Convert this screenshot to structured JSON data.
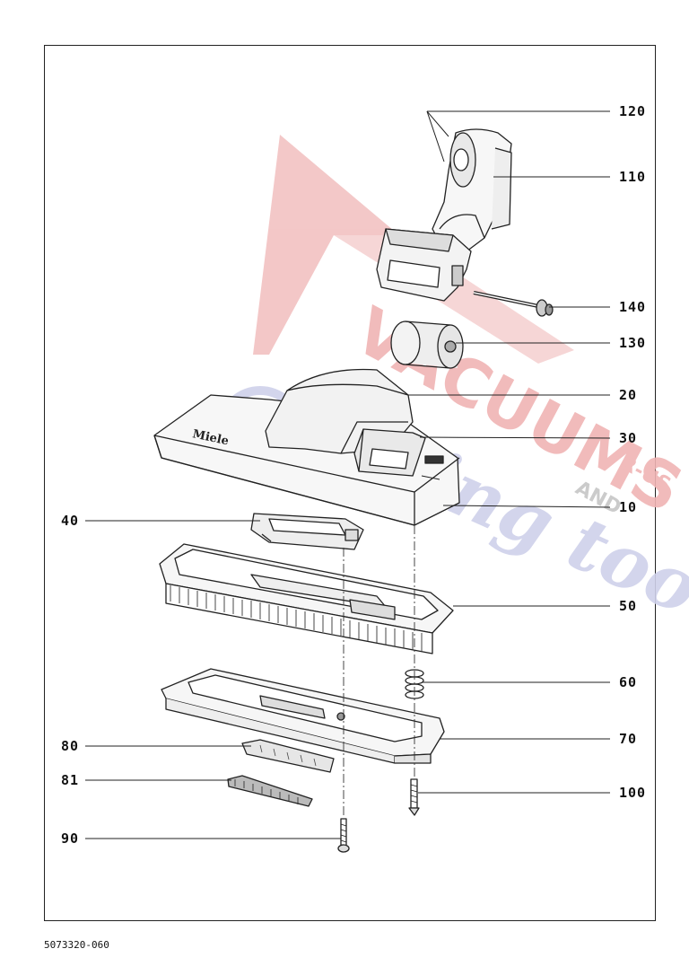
{
  "callouts": {
    "p120": "120",
    "p110": "110",
    "p140": "140",
    "p130": "130",
    "p20": "20",
    "p30": "30",
    "p10": "10",
    "p40": "40",
    "p50": "50",
    "p60": "60",
    "p70": "70",
    "p80": "80",
    "p81": "81",
    "p100": "100",
    "p90": "90"
  },
  "brand_label": "Miele",
  "watermark": {
    "line1": "VACUUMS",
    "line2": "Sewing too",
    "r_us": "R-US",
    "and": "AND",
    "red": "#f2b8b8",
    "blue": "#c9cbe6"
  },
  "document_number": "5073320-060"
}
